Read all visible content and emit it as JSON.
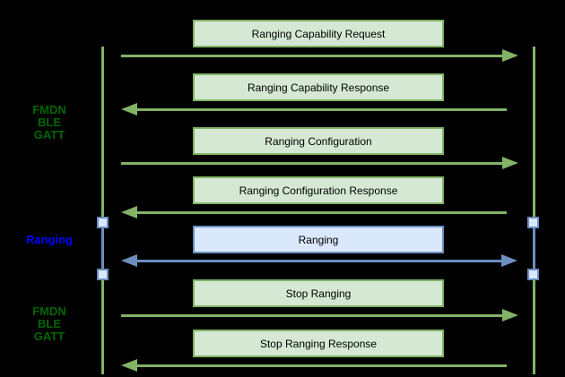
{
  "diagram": {
    "type": "sequence-diagram",
    "background": "#000000"
  },
  "colors": {
    "green_fill": "#d5e8d4",
    "green_stroke": "#82b366",
    "blue_fill": "#dae8fc",
    "blue_stroke": "#6c8ebf",
    "side_label_green": "#006600",
    "side_label_blue": "#0000ff",
    "box_text": "#000000"
  },
  "side_labels": [
    {
      "id": "fmdn-ble-gatt-top",
      "text": "FMDN\nBLE\nGATT",
      "color": "green"
    },
    {
      "id": "ranging",
      "text": "Ranging",
      "color": "blue"
    },
    {
      "id": "fmdn-ble-gatt-bottom",
      "text": "FMDN\nBLE\nGATT",
      "color": "green"
    }
  ],
  "messages": [
    {
      "label": "Ranging Capability Request",
      "direction": "right",
      "style": "green"
    },
    {
      "label": "Ranging Capability Response",
      "direction": "left",
      "style": "green"
    },
    {
      "label": "Ranging Configuration",
      "direction": "right",
      "style": "green"
    },
    {
      "label": "Ranging Configuration Response",
      "direction": "left",
      "style": "green"
    },
    {
      "label": "Ranging",
      "direction": "both",
      "style": "blue"
    },
    {
      "label": "Stop Ranging",
      "direction": "right",
      "style": "green"
    },
    {
      "label": "Stop Ranging Response",
      "direction": "left",
      "style": "green"
    }
  ]
}
